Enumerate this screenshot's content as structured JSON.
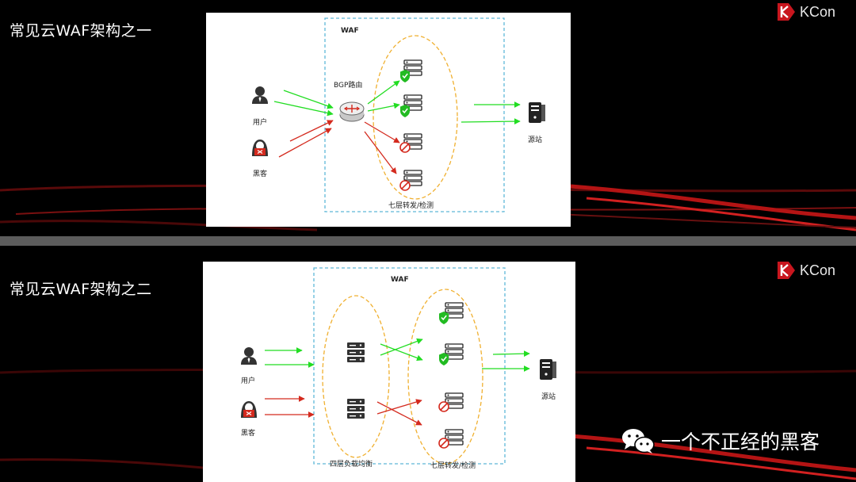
{
  "slide1": {
    "title": "常见云WAF架构之一",
    "logo_text": "KCon",
    "waf_label": "WAF",
    "router_label": "BGP路由",
    "user_label": "用户",
    "hacker_label": "黑客",
    "origin_label": "源站",
    "forward_label": "七层转发/检测"
  },
  "slide2": {
    "title": "常见云WAF架构之二",
    "logo_text": "KCon",
    "waf_label": "WAF",
    "user_label": "用户",
    "hacker_label": "黑客",
    "origin_label": "源站",
    "lb_label": "四层负载均衡",
    "forward_label": "七层转发/检测"
  },
  "watermark": {
    "text": "一个不正经的黑客",
    "icon": "wechat-icon"
  },
  "colors": {
    "legit_arrow": "#22dd22",
    "attack_arrow": "#d42a1e",
    "waf_border": "#5fb8d8",
    "cluster_border": "#f0b030",
    "shield": "#22bb22",
    "block": "#d42a1e",
    "logo_red": "#c8161e"
  }
}
